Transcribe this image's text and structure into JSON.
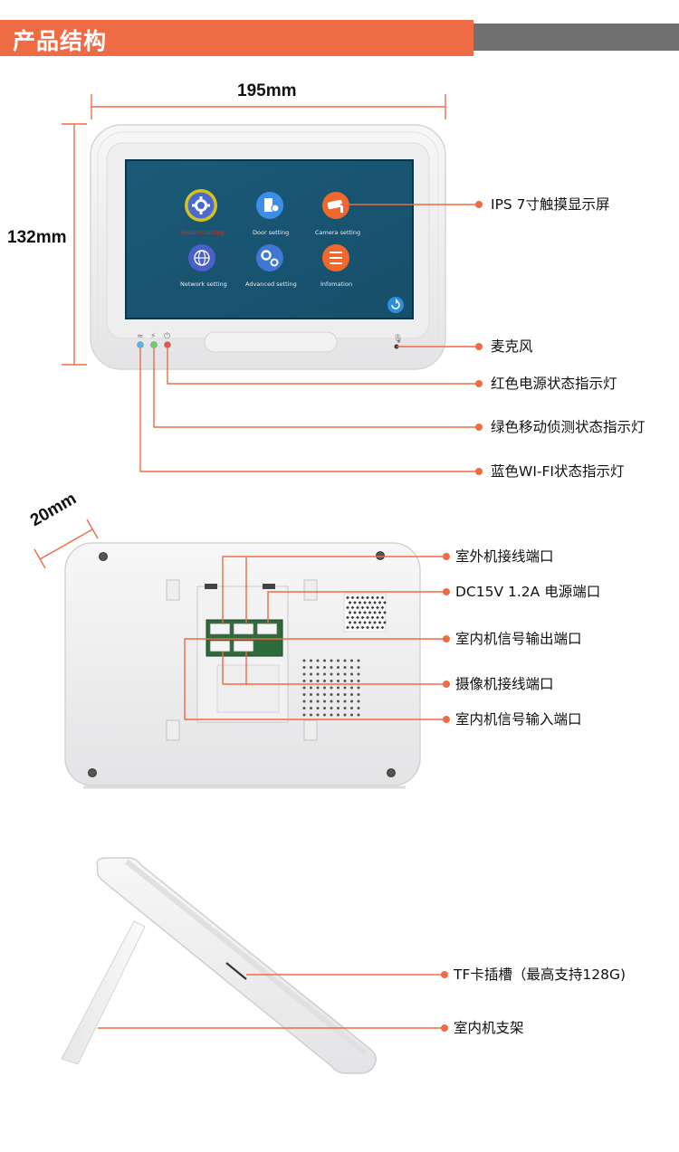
{
  "header": {
    "title": "产品结构"
  },
  "dimensions": {
    "width": "195mm",
    "height": "132mm",
    "depth": "20mm"
  },
  "screen_menu": [
    {
      "label": "System setting",
      "icon": "gear-icon",
      "color": "#4a6ad0",
      "selected": true
    },
    {
      "label": "Door setting",
      "icon": "door-icon",
      "color": "#3d8ee6"
    },
    {
      "label": "Camera setting",
      "icon": "camera-icon",
      "color": "#f0682c"
    },
    {
      "label": "Network setting",
      "icon": "globe-icon",
      "color": "#4a5fc8"
    },
    {
      "label": "Advanced setting",
      "icon": "gears-icon",
      "color": "#3f78d4"
    },
    {
      "label": "Infomation",
      "icon": "list-icon",
      "color": "#f0682c"
    }
  ],
  "front_labels": {
    "screen": "IPS 7寸触摸显示屏",
    "mic": "麦克风",
    "red_led": "红色电源状态指示灯",
    "green_led": "绿色移动侦测状态指示灯",
    "blue_led": "蓝色WI-FI状态指示灯"
  },
  "back_labels": {
    "outdoor_port": "室外机接线端口",
    "power_port": "DC15V 1.2A 电源端口",
    "signal_out": "室内机信号输出端口",
    "camera_port": "摄像机接线端口",
    "signal_in": "室内机信号输入端口"
  },
  "side_labels": {
    "tf_slot": "TF卡插槽（最高支持128G)",
    "stand": "室内机支架"
  },
  "colors": {
    "accent": "#ee6b43",
    "screen_bg": "#1e5f7c"
  }
}
